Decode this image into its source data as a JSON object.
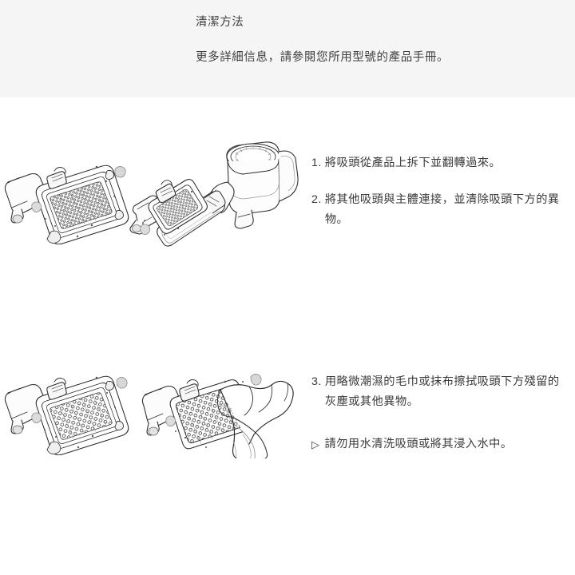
{
  "header": {
    "title": "清潔方法",
    "subtitle": "更多詳細信息，請參閱您所用型號的產品手冊。",
    "background_color": "#f5f5f5"
  },
  "colors": {
    "page_background": "#ffffff",
    "text": "#3a3a3a",
    "line_art_stroke": "#2b2b2b",
    "debris_gray": "#bdbdbd"
  },
  "instructions": {
    "top_steps": [
      {
        "number": "1.",
        "text": "將吸頭從產品上拆下並翻轉過來。"
      },
      {
        "number": "2.",
        "text": "將其他吸頭與主體連接，並清除吸頭下方的異物。"
      }
    ],
    "bottom_steps": [
      {
        "number": "3.",
        "text": "用略微潮濕的毛巾或抹布擦拭吸頭下方殘留的灰塵或其他異物。"
      }
    ],
    "note": {
      "marker": "▷",
      "text": "請勿用水清洗吸頭或將其浸入水中。"
    }
  },
  "figures": [
    {
      "id": "figure-1",
      "name": "brush-head-detached-inverted",
      "caption_ref": "1."
    },
    {
      "id": "figure-2",
      "name": "crevice-tool-attached-to-main-body",
      "caption_ref": "2."
    },
    {
      "id": "figure-3",
      "name": "brush-head-underside-with-debris",
      "caption_ref": "3."
    },
    {
      "id": "figure-4",
      "name": "wiping-brush-head-with-cloth",
      "caption_ref": "3."
    }
  ]
}
